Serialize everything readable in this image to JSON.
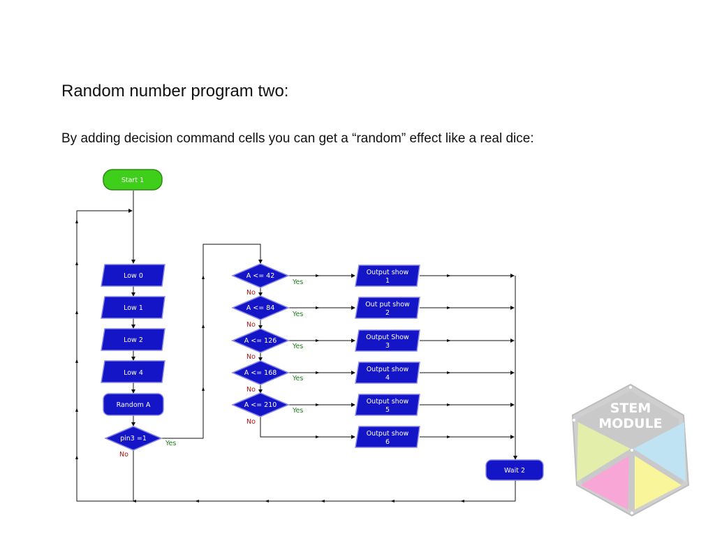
{
  "heading": "Random number program two:",
  "description": "By adding decision command cells you can get a “random” effect like a real dice:",
  "flowchart": {
    "start": "Start 1",
    "lows": [
      "Low 0",
      "Low 1",
      "Low 2",
      "Low 4"
    ],
    "random": "Random A",
    "pin_check": "pin3 =1",
    "decisions": [
      "A <= 42",
      "A <= 84",
      "A <= 126",
      "A <= 168",
      "A <= 210"
    ],
    "outputs": [
      [
        "Output show",
        "1"
      ],
      [
        "Out put show",
        "2"
      ],
      [
        "Output Show",
        "3"
      ],
      [
        "Output show",
        "4"
      ],
      [
        "Output show",
        "5"
      ],
      [
        "Output show",
        "6"
      ]
    ],
    "wait": "Wait 2",
    "yes_label": "Yes",
    "no_label": "No"
  },
  "logo": {
    "line1": "STEM",
    "line2": "MODULE"
  },
  "colors": {
    "cell": "#1515c8",
    "cell_edge": "#8a8ae8",
    "start": "#3fcf1a",
    "line": "#111111",
    "yes": "#1a7a1a",
    "no": "#b01010",
    "logo_frame": "#c9c9c9",
    "logo_green": "#e3eeaa",
    "logo_blue": "#bfe3f3",
    "logo_pink": "#f7a6d6",
    "logo_yellow": "#f9f59a"
  }
}
